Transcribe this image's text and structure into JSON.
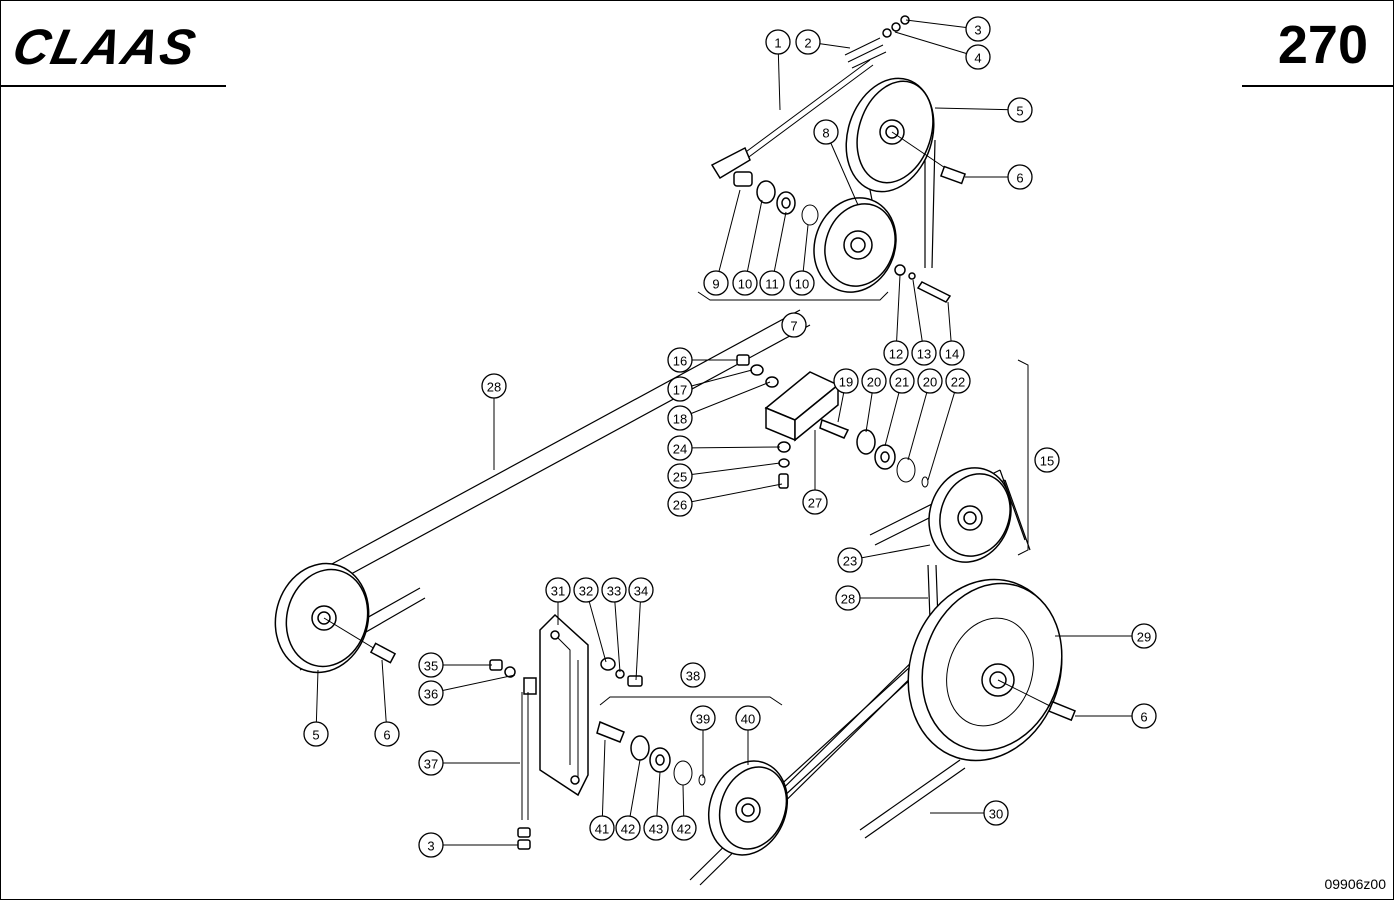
{
  "header": {
    "brand": "CLAAS",
    "page_number": "270"
  },
  "footer": {
    "drawing_code": "09906z00"
  },
  "callouts": [
    {
      "label": "1"
    },
    {
      "label": "2"
    },
    {
      "label": "3"
    },
    {
      "label": "4"
    },
    {
      "label": "5"
    },
    {
      "label": "6"
    },
    {
      "label": "8"
    },
    {
      "label": "9"
    },
    {
      "label": "10"
    },
    {
      "label": "11"
    },
    {
      "label": "10"
    },
    {
      "label": "7"
    },
    {
      "label": "12"
    },
    {
      "label": "13"
    },
    {
      "label": "14"
    },
    {
      "label": "16"
    },
    {
      "label": "17"
    },
    {
      "label": "18"
    },
    {
      "label": "19"
    },
    {
      "label": "20"
    },
    {
      "label": "21"
    },
    {
      "label": "20"
    },
    {
      "label": "22"
    },
    {
      "label": "15"
    },
    {
      "label": "28"
    },
    {
      "label": "24"
    },
    {
      "label": "25"
    },
    {
      "label": "26"
    },
    {
      "label": "27"
    },
    {
      "label": "23"
    },
    {
      "label": "28"
    },
    {
      "label": "29"
    },
    {
      "label": "31"
    },
    {
      "label": "32"
    },
    {
      "label": "33"
    },
    {
      "label": "34"
    },
    {
      "label": "38"
    },
    {
      "label": "35"
    },
    {
      "label": "36"
    },
    {
      "label": "5"
    },
    {
      "label": "6"
    },
    {
      "label": "39"
    },
    {
      "label": "40"
    },
    {
      "label": "6"
    },
    {
      "label": "37"
    },
    {
      "label": "41"
    },
    {
      "label": "42"
    },
    {
      "label": "43"
    },
    {
      "label": "42"
    },
    {
      "label": "30"
    },
    {
      "label": "3"
    }
  ]
}
